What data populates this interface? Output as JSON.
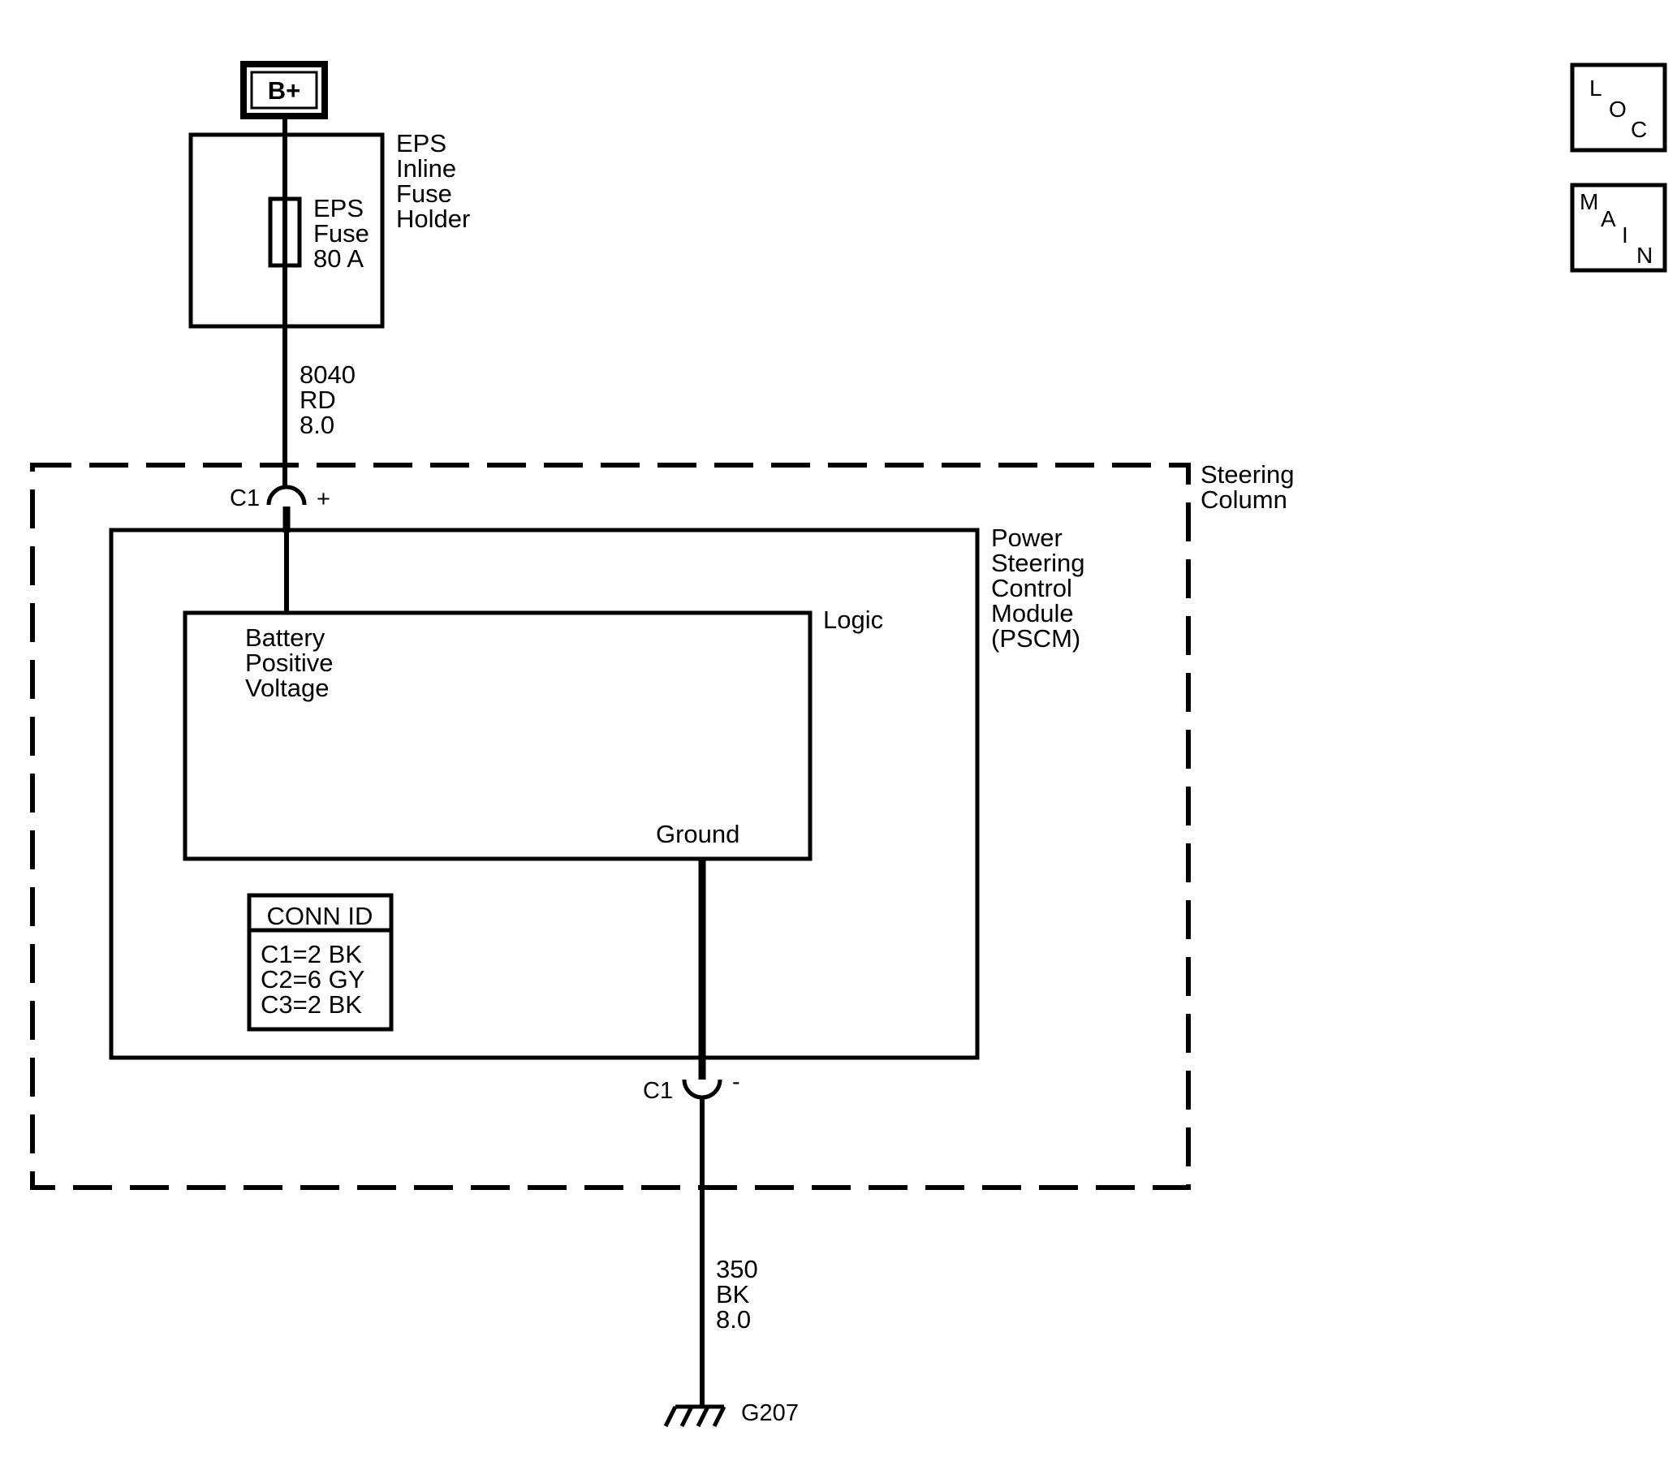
{
  "power_source": {
    "label": "B+"
  },
  "fuse_holder": {
    "label": [
      "EPS",
      "Inline",
      "Fuse",
      "Holder"
    ],
    "fuse": {
      "label": [
        "EPS",
        "Fuse",
        "80 A"
      ]
    }
  },
  "wire_power": {
    "circuit": "8040",
    "color": "RD",
    "gauge": "8.0"
  },
  "steering_column": {
    "label": [
      "Steering",
      "Column"
    ]
  },
  "connector_top": {
    "id": "C1",
    "polarity": "+"
  },
  "connector_bottom": {
    "id": "C1",
    "polarity": "-"
  },
  "module": {
    "label": [
      "Power",
      "Steering",
      "Control",
      "Module",
      "(PSCM)"
    ],
    "logic": {
      "label": "Logic",
      "battery_label": [
        "Battery",
        "Positive",
        "Voltage"
      ],
      "ground_label": "Ground"
    },
    "conn_id": {
      "title": "CONN ID",
      "rows": [
        "C1=2 BK",
        "C2=6 GY",
        "C3=2 BK"
      ]
    }
  },
  "wire_ground": {
    "circuit": "350",
    "color": "BK",
    "gauge": "8.0"
  },
  "ground": {
    "label": "G207"
  },
  "nav": {
    "loc": [
      "L",
      "O",
      "C"
    ],
    "main": [
      "M",
      "A",
      "I",
      "N"
    ]
  }
}
